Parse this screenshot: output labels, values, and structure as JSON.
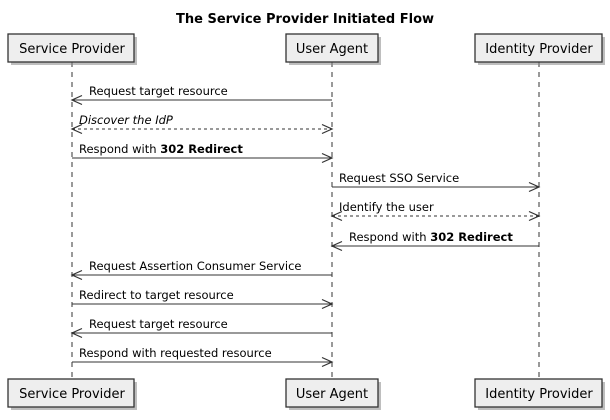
{
  "title": "The Service Provider Initiated Flow",
  "participants": [
    {
      "id": "sp",
      "label": "Service Provider"
    },
    {
      "id": "ua",
      "label": "User Agent"
    },
    {
      "id": "idp",
      "label": "Identity Provider"
    }
  ],
  "messages": [
    {
      "from": "ua",
      "to": "sp",
      "dashed": false,
      "parts": [
        {
          "text": "Request target resource"
        }
      ]
    },
    {
      "from": "sp",
      "to": "ua",
      "dashed": true,
      "bidirectional": true,
      "parts": [
        {
          "text": "Discover the IdP",
          "italic": true
        }
      ]
    },
    {
      "from": "sp",
      "to": "ua",
      "dashed": false,
      "parts": [
        {
          "text": "Respond with "
        },
        {
          "text": "302 Redirect",
          "bold": true
        }
      ]
    },
    {
      "from": "ua",
      "to": "idp",
      "dashed": false,
      "parts": [
        {
          "text": "Request SSO Service"
        }
      ]
    },
    {
      "from": "ua",
      "to": "idp",
      "dashed": true,
      "bidirectional": true,
      "parts": [
        {
          "text": "Identify the user"
        }
      ]
    },
    {
      "from": "idp",
      "to": "ua",
      "dashed": false,
      "parts": [
        {
          "text": "Respond with "
        },
        {
          "text": "302 Redirect",
          "bold": true
        }
      ]
    },
    {
      "from": "ua",
      "to": "sp",
      "dashed": false,
      "parts": [
        {
          "text": "Request Assertion Consumer Service"
        }
      ]
    },
    {
      "from": "sp",
      "to": "ua",
      "dashed": false,
      "parts": [
        {
          "text": "Redirect to target resource"
        }
      ]
    },
    {
      "from": "ua",
      "to": "sp",
      "dashed": false,
      "parts": [
        {
          "text": "Request target resource"
        }
      ]
    },
    {
      "from": "sp",
      "to": "ua",
      "dashed": false,
      "parts": [
        {
          "text": "Respond with requested resource"
        }
      ]
    }
  ],
  "colors": {
    "box_fill": "#eeeeee",
    "box_stroke": "#333333",
    "line": "#333333",
    "shadow": "#888888"
  }
}
